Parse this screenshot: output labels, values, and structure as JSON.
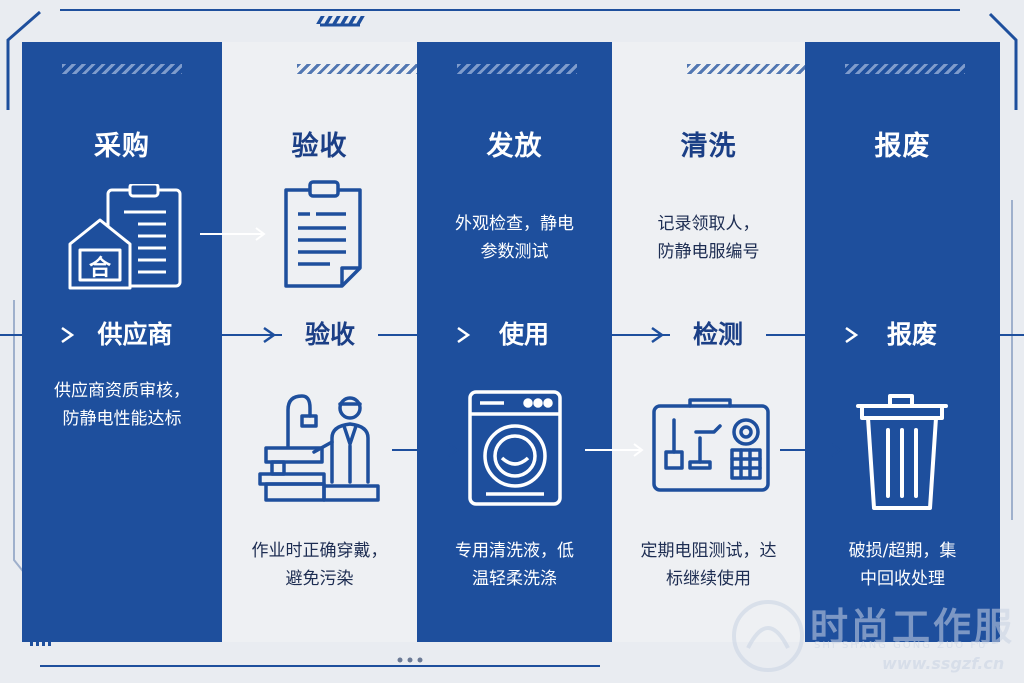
{
  "columns": [
    {
      "title": "采购",
      "top_desc": "",
      "stage": "供应商",
      "bottom_desc": "供应商资质审核，\n防静电性能达标",
      "icon": "procurement-contract-icon"
    },
    {
      "title": "验收",
      "top_desc": "",
      "stage": "验收",
      "bottom_desc": "作业时正确穿戴，\n避免污染",
      "icon": "acceptance-document-icon"
    },
    {
      "title": "发放",
      "top_desc": "外观检查，静电\n参数测试",
      "stage": "使用",
      "bottom_desc": "专用清洗液，低\n温轻柔洗涤",
      "icon": "washing-machine-icon"
    },
    {
      "title": "清洗",
      "top_desc": "记录领取人，\n防静电服编号",
      "stage": "检测",
      "bottom_desc": "定期电阻测试，达\n标继续使用",
      "icon": "resistance-tester-icon"
    },
    {
      "title": "报废",
      "top_desc": "",
      "stage": "报废",
      "bottom_desc": "破损/超期，集\n中回收处理",
      "icon": "trash-bin-icon"
    }
  ],
  "watermark": {
    "name": "时尚工作服",
    "pinyin": "SHI SHANG GONG ZUO FU",
    "url": "www.ssgzf.cn"
  },
  "colors": {
    "primary_blue": "#1e4f9d",
    "light_panel": "#eef0f3",
    "background": "#e9ecf1"
  }
}
